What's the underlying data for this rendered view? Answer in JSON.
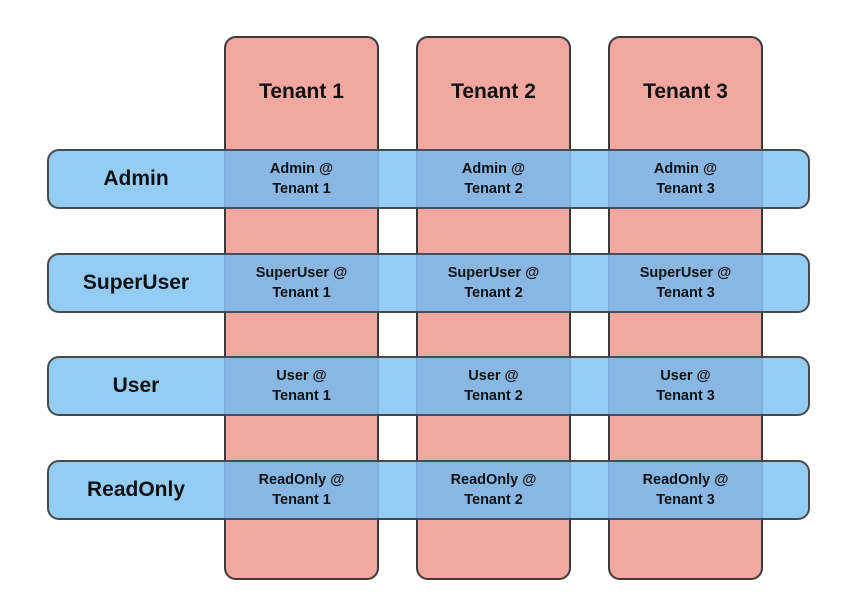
{
  "colors": {
    "tenant_fill": "#f2a7a1",
    "role_fill": "#8cc8f3",
    "border": "#3a3a3a",
    "text": "#111111"
  },
  "tenants": [
    "Tenant 1",
    "Tenant 2",
    "Tenant 3"
  ],
  "roles": [
    "Admin",
    "SuperUser",
    "User",
    "ReadOnly"
  ],
  "cells": [
    [
      {
        "role": "Admin @",
        "tenant": "Tenant 1"
      },
      {
        "role": "Admin @",
        "tenant": "Tenant 2"
      },
      {
        "role": "Admin @",
        "tenant": "Tenant 3"
      }
    ],
    [
      {
        "role": "SuperUser @",
        "tenant": "Tenant 1"
      },
      {
        "role": "SuperUser @",
        "tenant": "Tenant 2"
      },
      {
        "role": "SuperUser @",
        "tenant": "Tenant 3"
      }
    ],
    [
      {
        "role": "User @",
        "tenant": "Tenant 1"
      },
      {
        "role": "User @",
        "tenant": "Tenant 2"
      },
      {
        "role": "User @",
        "tenant": "Tenant 3"
      }
    ],
    [
      {
        "role": "ReadOnly @",
        "tenant": "Tenant 1"
      },
      {
        "role": "ReadOnly @",
        "tenant": "Tenant 2"
      },
      {
        "role": "ReadOnly @",
        "tenant": "Tenant 3"
      }
    ]
  ]
}
